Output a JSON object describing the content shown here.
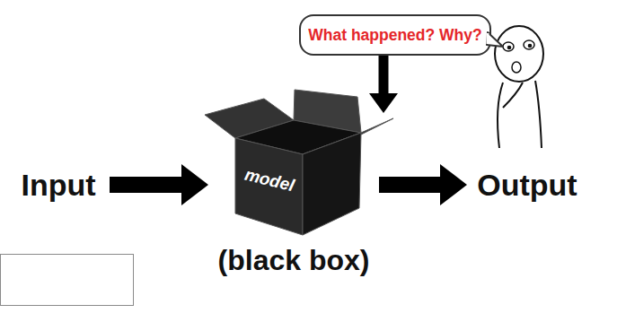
{
  "diagram": {
    "nodes": [
      {
        "text": [
          "What happened? Why?"
        ]
      },
      {
        "text": [
          "Input"
        ]
      },
      {
        "text": [
          "model",
          "(black box)"
        ]
      },
      {
        "text": [
          "Output"
        ]
      }
    ],
    "edges": [
      {
        "from": 0,
        "to": 2,
        "arrow": "to"
      },
      {
        "from": 1,
        "to": 2,
        "arrow": "to"
      },
      {
        "from": 2,
        "to": 3,
        "arrow": "to"
      }
    ]
  }
}
